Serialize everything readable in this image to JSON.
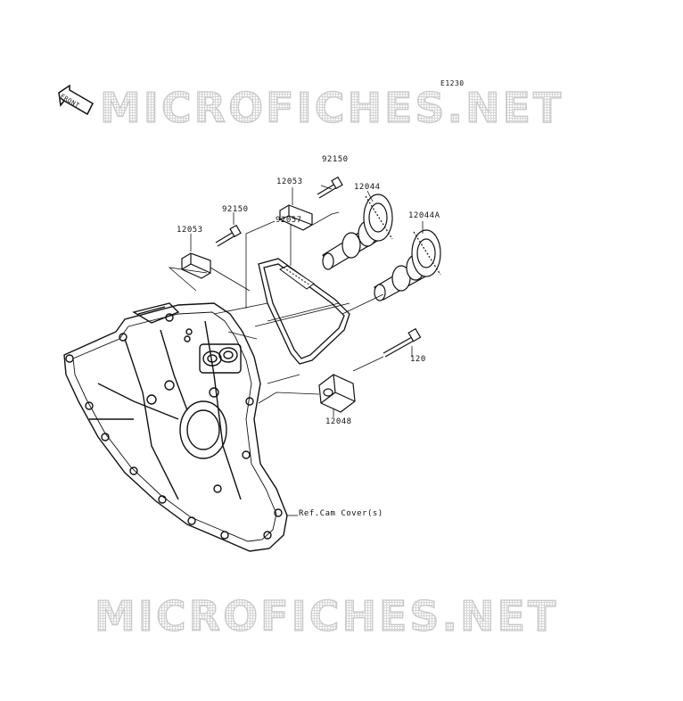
{
  "diagram": {
    "code": "E1230",
    "front_label": "FRONT",
    "watermark": "MICROFICHES.NET",
    "parts": {
      "p92150_top": "92150",
      "p12053_top": "12053",
      "p12044": "12044",
      "p12044A": "12044A",
      "p92150_left": "92150",
      "p12053_left": "12053",
      "p92057": "92057",
      "p120": "120",
      "p12048": "12048"
    },
    "reference_note": "Ref.Cam Cover(s)"
  }
}
